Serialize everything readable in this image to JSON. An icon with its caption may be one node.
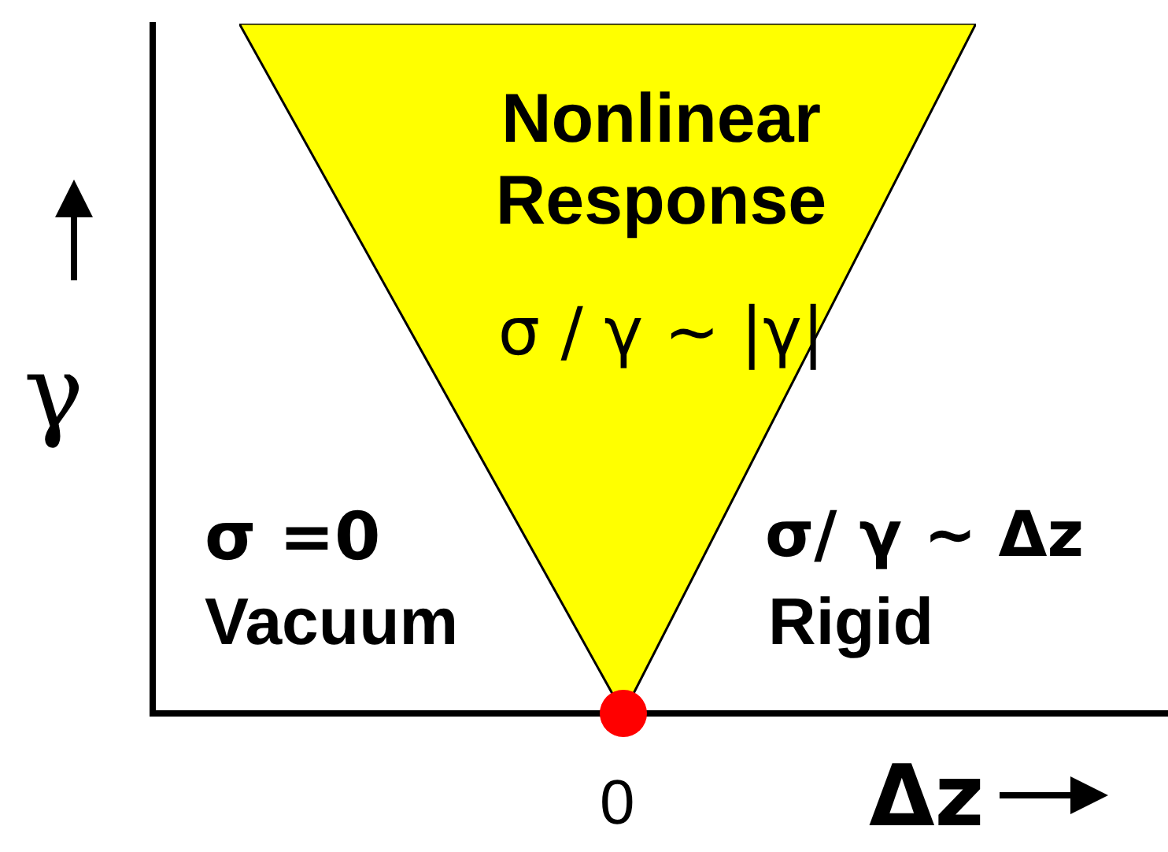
{
  "diagram": {
    "nodes": [
      {
        "text": [
          "Nonlinear Response",
          "σ / γ ~ |γ|"
        ]
      }
    ],
    "labels": [
      "γ",
      "σ =0",
      "Vacuum",
      "σ/ γ ~ Δz",
      "Rigid",
      "0",
      "Δz"
    ]
  }
}
